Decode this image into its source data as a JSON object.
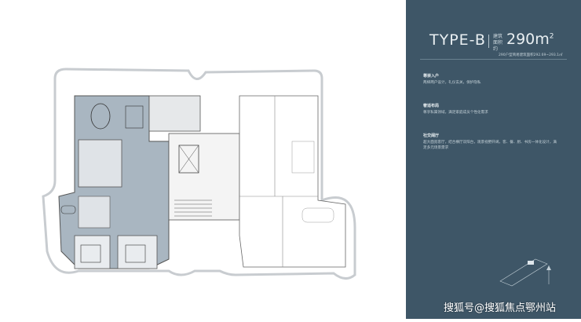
{
  "header": {
    "type_title": "TYPE-B",
    "area_label_1": "建筑",
    "area_label_2": "面积约",
    "area_value": "290m",
    "area_unit_sup": "2",
    "area_note": "290户型简易建筑面积292.69~293.1㎡"
  },
  "sections": [
    {
      "heading": "尊崇入户",
      "text": "两梯两户设计，礼仪玄关，保护隐私"
    },
    {
      "heading": "奢适布局",
      "text": "尊享私属领域，满足家庭成员个性化需求"
    },
    {
      "heading": "社交阔厅",
      "text": "超大面宽客厅，结合横厅双阳台，观景视野开阔，客、餐、厨、书房一体化设计，满足多元场景需求"
    }
  ],
  "watermark": "搜狐号@搜狐焦点鄂州站",
  "colors": {
    "panel": "#3e5667",
    "plan_highlight": "#a9b6c1"
  }
}
